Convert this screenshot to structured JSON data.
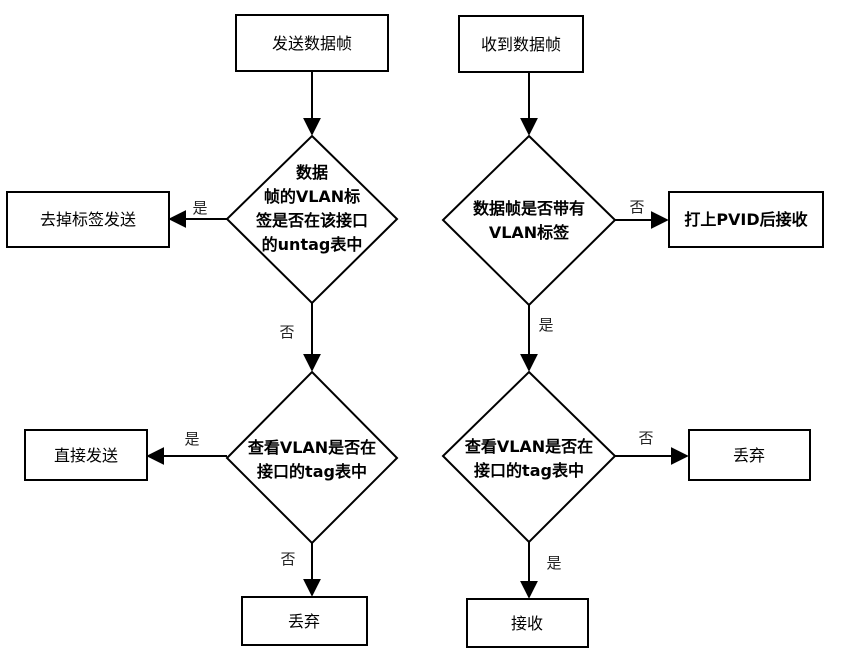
{
  "nodes": {
    "send_frame": "发送数据帧",
    "recv_frame": "收到数据帧",
    "untag_check": [
      "数据",
      "帧的VLAN标",
      "签是否在该接口",
      "的untag表中"
    ],
    "strip_send": "去掉标签发送",
    "vlan_tag_check": [
      "数据帧是否带有",
      "VLAN标签"
    ],
    "pvid_recv": "打上PVID后接收",
    "tag_check_left": [
      "查看VLAN是否在",
      "接口的tag表中"
    ],
    "direct_send": "直接发送",
    "discard_left": "丢弃",
    "tag_check_right": [
      "查看VLAN是否在",
      "接口的tag表中"
    ],
    "discard_right": "丢弃",
    "accept": "接收"
  },
  "edge_labels": {
    "untag_yes": "是",
    "untag_no": "否",
    "vlan_no": "否",
    "vlan_yes": "是",
    "tag_left_yes": "是",
    "tag_left_no": "否",
    "tag_right_no": "否",
    "tag_right_yes": "是"
  }
}
